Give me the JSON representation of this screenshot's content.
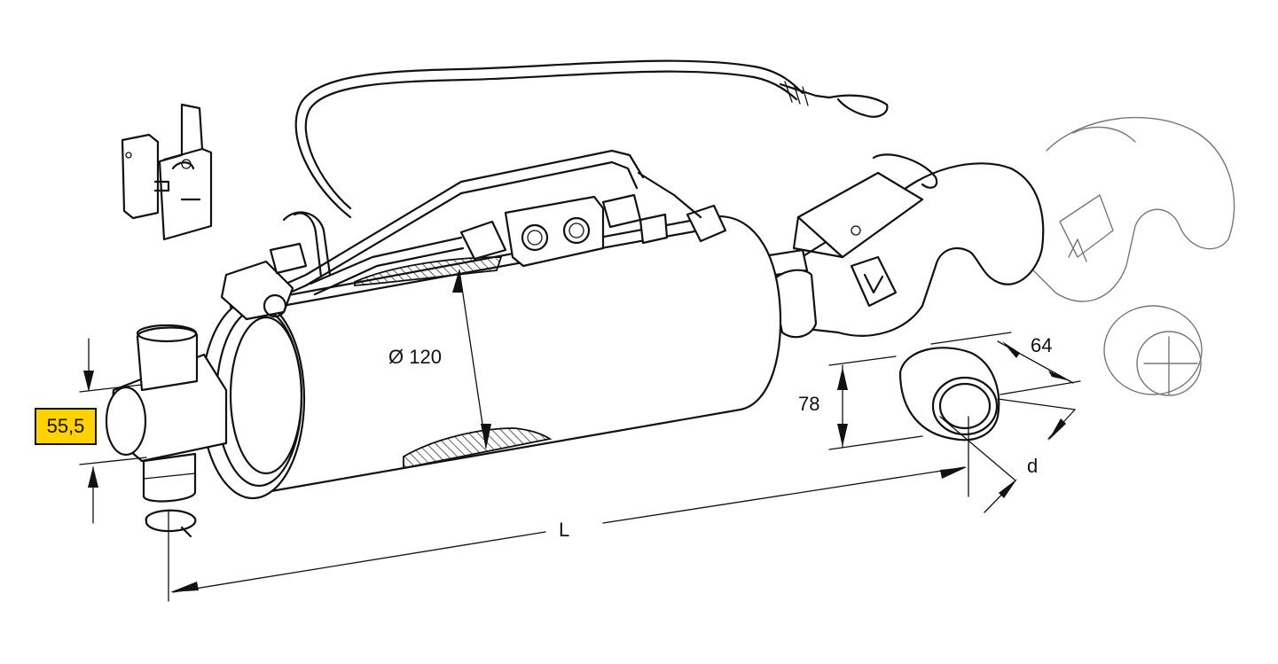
{
  "dimensions": {
    "length": "L",
    "diameter": "Ø 120",
    "ball_height": "78",
    "ball_width": "64",
    "ball_bore": "d",
    "pin_size": "55,5"
  },
  "colors": {
    "callout_fill": "#ffd200",
    "line": "#111111",
    "ghost_line": "#777777",
    "hatch": "#111111"
  }
}
